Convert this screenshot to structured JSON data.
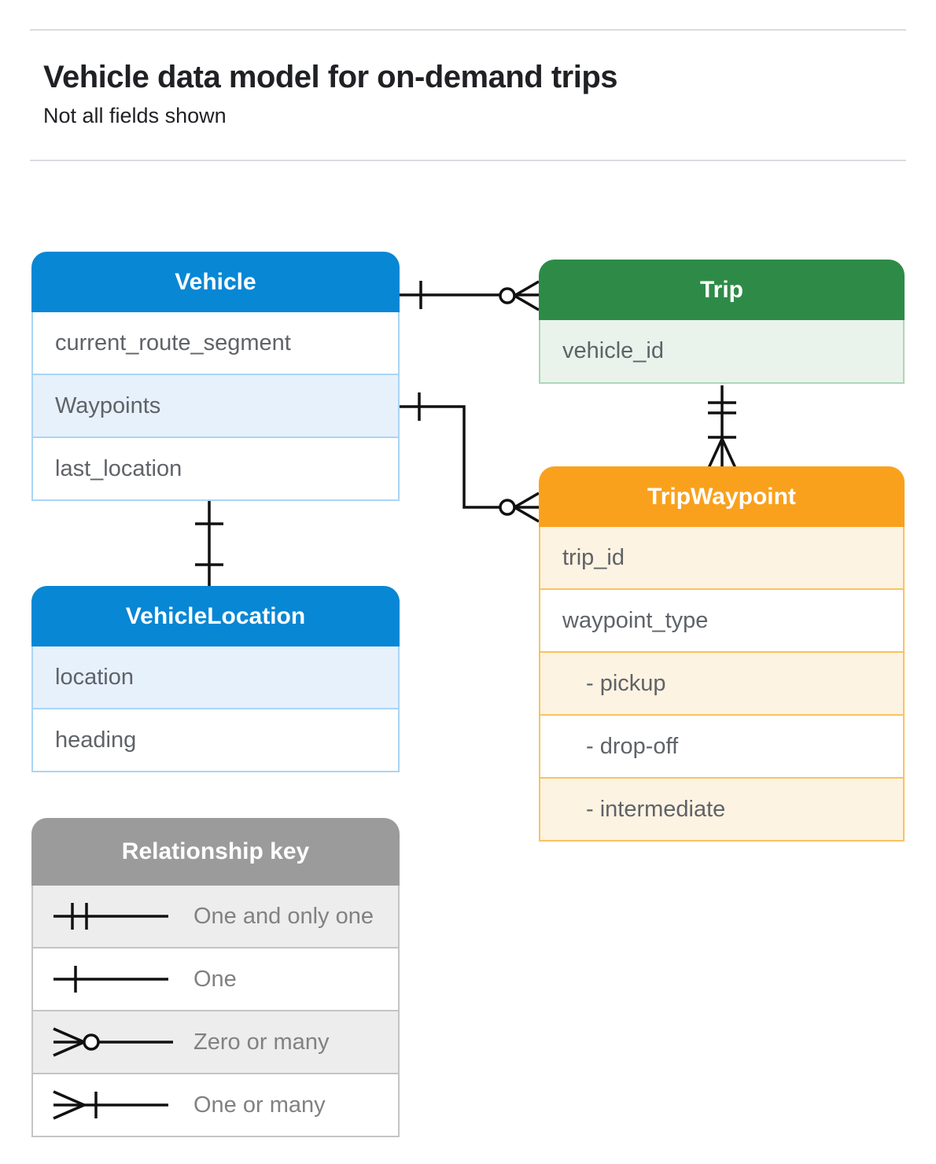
{
  "page": {
    "title": "Vehicle data model for on-demand trips",
    "subtitle": "Not all fields shown"
  },
  "tables": {
    "vehicle": {
      "title": "Vehicle",
      "rows": [
        "current_route_segment",
        "Waypoints",
        "last_location"
      ]
    },
    "trip": {
      "title": "Trip",
      "rows": [
        "vehicle_id"
      ]
    },
    "trip_waypoint": {
      "title": "TripWaypoint",
      "rows": [
        "trip_id",
        "waypoint_type",
        "- pickup",
        "- drop-off",
        "- intermediate"
      ]
    },
    "vehicle_location": {
      "title": "VehicleLocation",
      "rows": [
        "location",
        "heading"
      ]
    }
  },
  "legend": {
    "title": "Relationship key",
    "items": [
      "One and only one",
      "One",
      "Zero or many",
      "One or many"
    ]
  },
  "relationships": [
    {
      "from": "Vehicle",
      "to": "Trip",
      "from_cardinality": "one",
      "to_cardinality": "zero-or-many"
    },
    {
      "from": "Vehicle.Waypoints",
      "to": "TripWaypoint",
      "from_cardinality": "one",
      "to_cardinality": "zero-or-many"
    },
    {
      "from": "Trip",
      "to": "TripWaypoint",
      "from_cardinality": "one-and-only-one",
      "to_cardinality": "one-or-many"
    },
    {
      "from": "Vehicle",
      "to": "VehicleLocation",
      "from_cardinality": "one",
      "to_cardinality": "one"
    }
  ],
  "colors": {
    "blue-header": "#0787d4",
    "blue-tint": "#e7f1fc",
    "blue-border": "#a9d5f5",
    "green-header": "#2e8b47",
    "green-tint": "#e9f3ec",
    "green-border": "#afd6b8",
    "orange-header": "#f9a11d",
    "orange-tint": "#fdf3e2",
    "orange-border": "#f9c35f",
    "gray-header": "#9b9b9b",
    "gray-tint": "#ededed",
    "gray-border": "#c4c4c4",
    "connector": "#111111"
  }
}
